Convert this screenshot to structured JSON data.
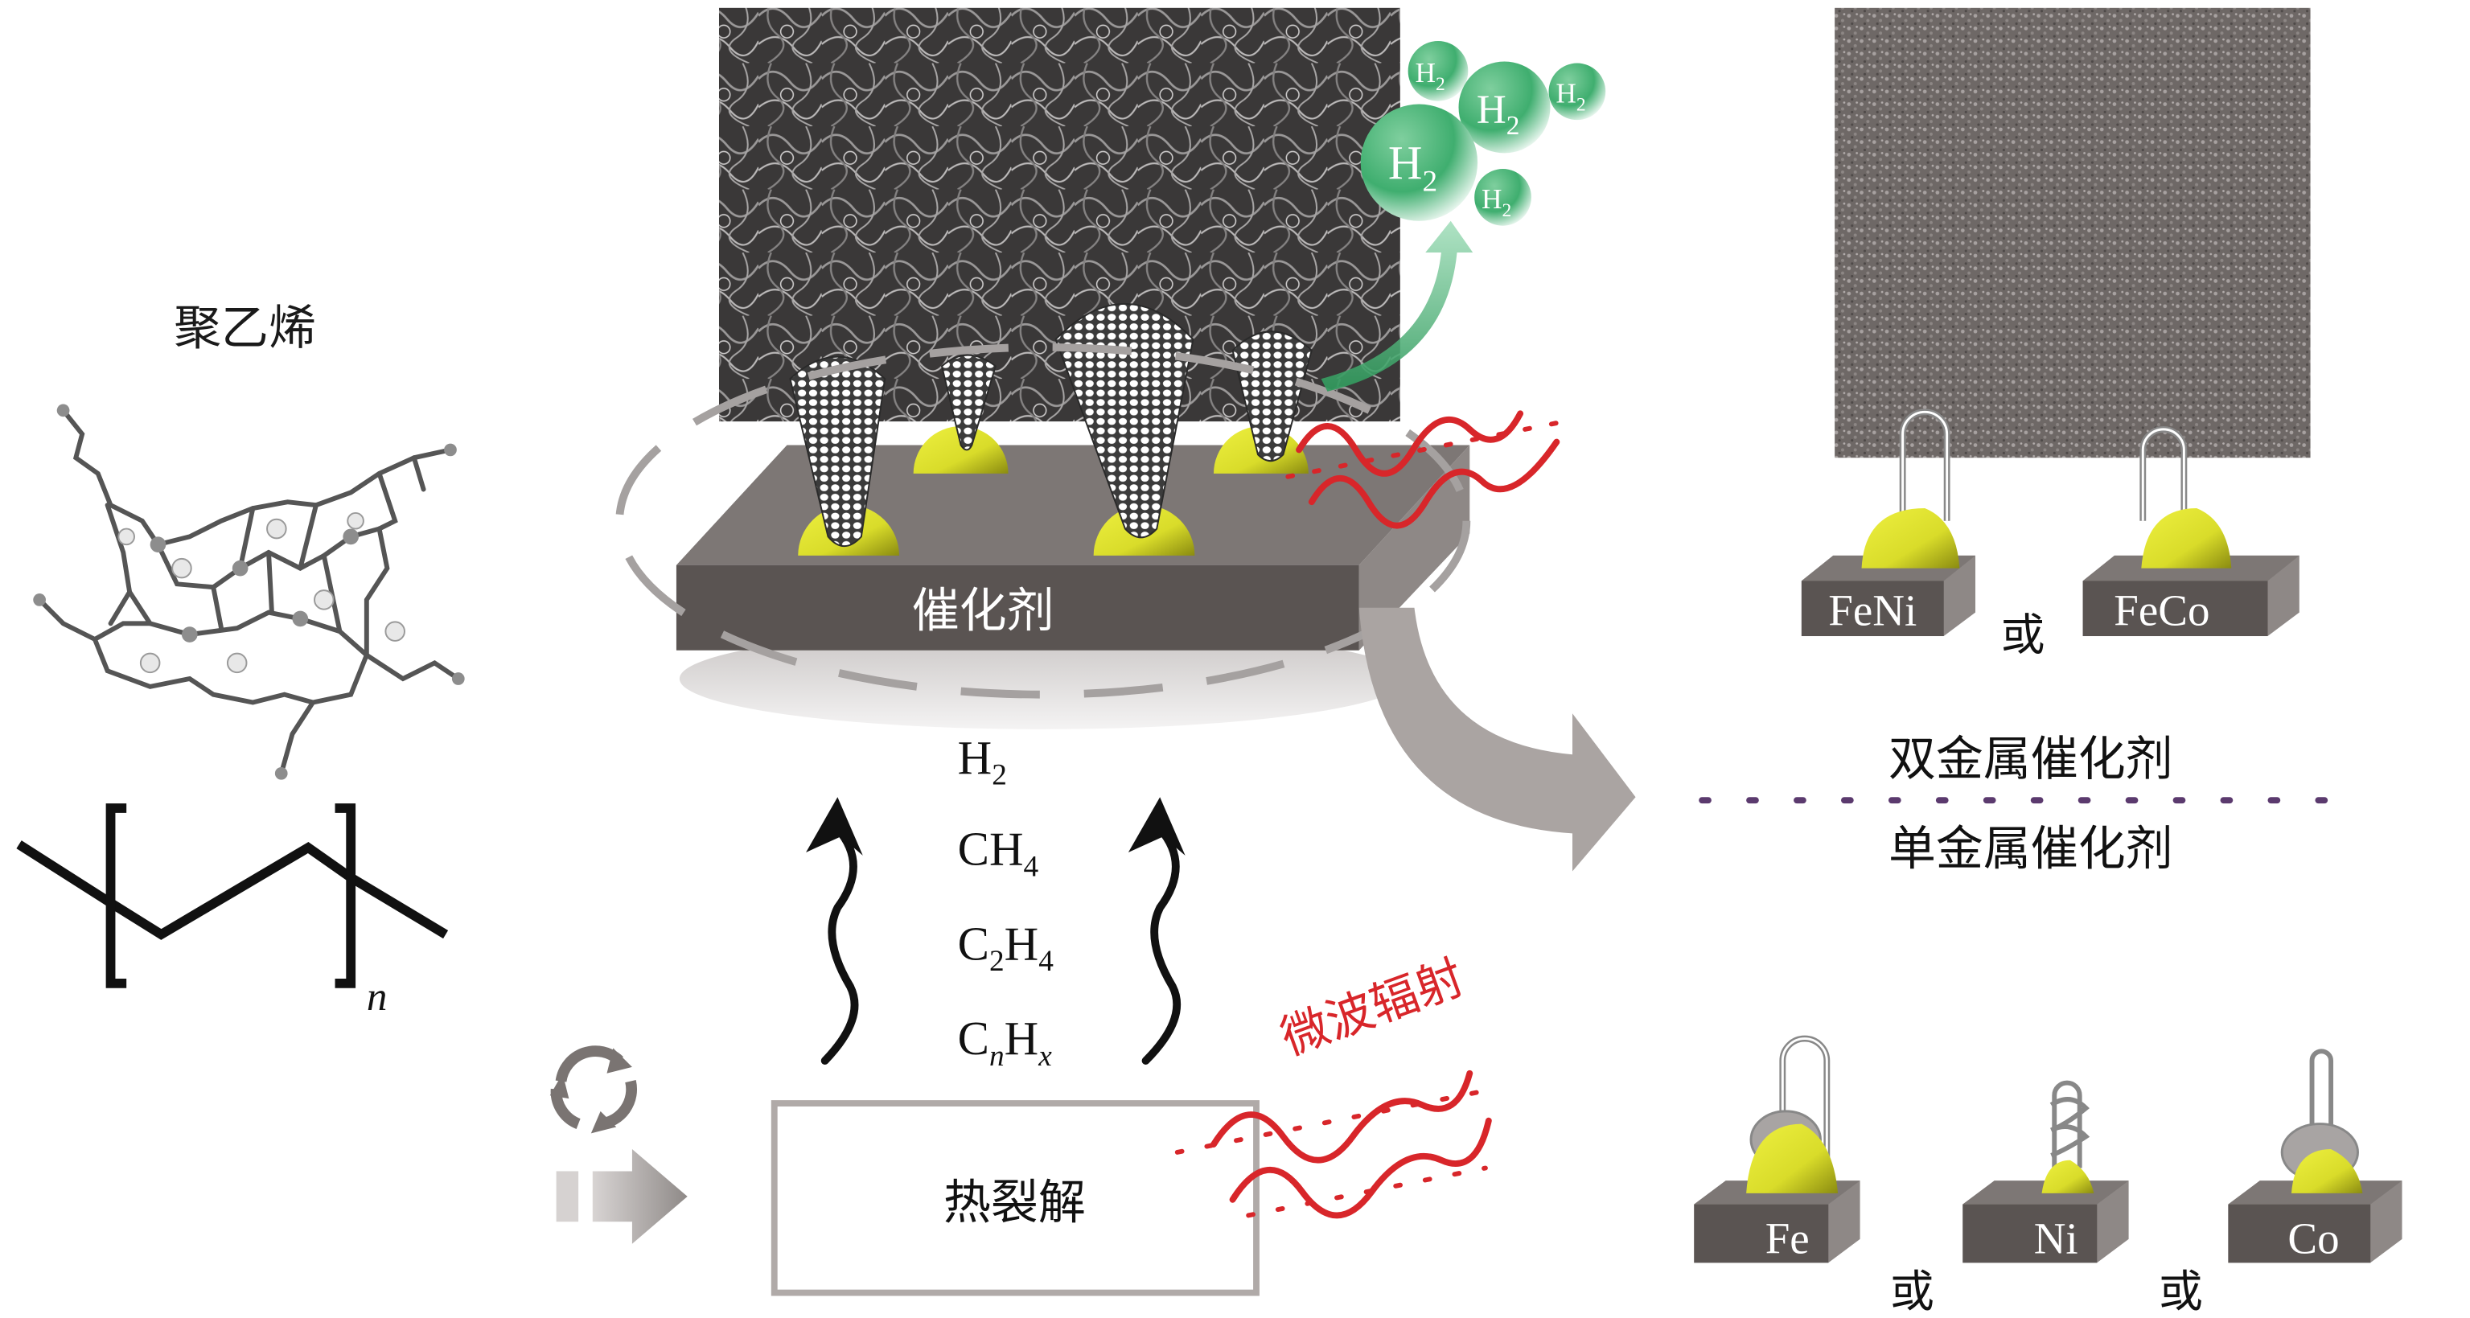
{
  "figure": {
    "polyethylene": {
      "label": "聚乙烯",
      "repeat_subscript": "n"
    },
    "catalyst": {
      "label": "催化剂",
      "product_bubbles": [
        {
          "base": "H",
          "sub": "2"
        },
        {
          "base": "H",
          "sub": "2"
        },
        {
          "base": "H",
          "sub": "2"
        },
        {
          "base": "H",
          "sub": "2"
        },
        {
          "base": "H",
          "sub": "2"
        }
      ]
    },
    "pyrolysis_gases": [
      {
        "parts": [
          {
            "t": "H",
            "s": false
          },
          {
            "t": "2",
            "s": "sub"
          }
        ]
      },
      {
        "parts": [
          {
            "t": "CH",
            "s": false
          },
          {
            "t": "4",
            "s": "sub"
          }
        ]
      },
      {
        "parts": [
          {
            "t": "C",
            "s": false
          },
          {
            "t": "2",
            "s": "sub"
          },
          {
            "t": "H",
            "s": false
          },
          {
            "t": "4",
            "s": "sub"
          }
        ]
      },
      {
        "parts": [
          {
            "t": "C",
            "s": false
          },
          {
            "t": "n",
            "s": "subi"
          },
          {
            "t": "H",
            "s": false
          },
          {
            "t": "x",
            "s": "subi"
          }
        ]
      }
    ],
    "pyrolysis": {
      "label": "热裂解"
    },
    "microwave": {
      "label": "微波辐射"
    },
    "bimetallic": {
      "heading": "双金属催化剂",
      "catalysts": [
        {
          "label": "FeNi"
        },
        {
          "label": "FeCo"
        }
      ],
      "separator": "或"
    },
    "monometallic": {
      "heading": "单金属催化剂",
      "catalysts": [
        {
          "label": "Fe"
        },
        {
          "label": "Ni"
        },
        {
          "label": "Co"
        }
      ],
      "separators": [
        "或",
        "或"
      ]
    },
    "colors": {
      "catalyst_slab_front": "#5a5452",
      "catalyst_slab_top": "#7d7775",
      "catalyst_slab_side": "#8e8886",
      "metal_particle": "#d9dc2a",
      "hydrogen_green": "#3fae6f",
      "microwave_red": "#d8262a",
      "process_arrow_gray": "#aaa4a2",
      "divider_purple": "#5b3a6e",
      "text_black": "#1a1a1a"
    }
  }
}
